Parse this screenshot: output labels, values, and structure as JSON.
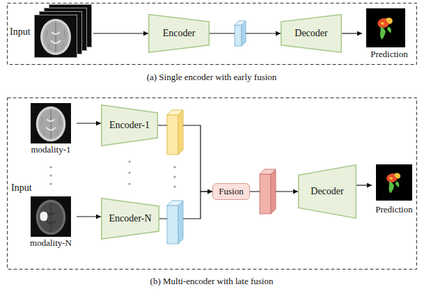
{
  "diagram": {
    "nodes": [
      {
        "text": [
          "Input"
        ]
      },
      {
        "text": [
          "Encoder"
        ]
      },
      {
        "text": [
          "Decoder"
        ]
      },
      {
        "text": [
          "Prediction"
        ]
      },
      {
        "text": [
          "modality-1"
        ]
      },
      {
        "text": [
          "Encoder-1"
        ]
      },
      {
        "text": [
          "modality-N"
        ]
      },
      {
        "text": [
          "Encoder-N"
        ]
      },
      {
        "text": [
          "Fusion"
        ]
      },
      {
        "text": [
          "Decoder"
        ]
      },
      {
        "text": [
          "Prediction"
        ]
      }
    ],
    "edges": [
      {
        "from": 0,
        "to": 1,
        "arrow": "to"
      },
      {
        "from": 1,
        "to": 2,
        "arrow": "to"
      },
      {
        "from": 2,
        "to": 3,
        "arrow": "to"
      },
      {
        "from": 4,
        "to": 5,
        "arrow": "to"
      },
      {
        "from": 6,
        "to": 7,
        "arrow": "to"
      },
      {
        "from": 5,
        "to": 8,
        "arrow": "to"
      },
      {
        "from": 7,
        "to": 8,
        "arrow": "to"
      },
      {
        "from": 8,
        "to": 9,
        "arrow": "to"
      },
      {
        "from": 9,
        "to": 10,
        "arrow": "to"
      }
    ],
    "labels": [
      "(a) Single encoder with early fusion",
      "Input",
      "(b) Multi-encoder with late fusion"
    ]
  }
}
